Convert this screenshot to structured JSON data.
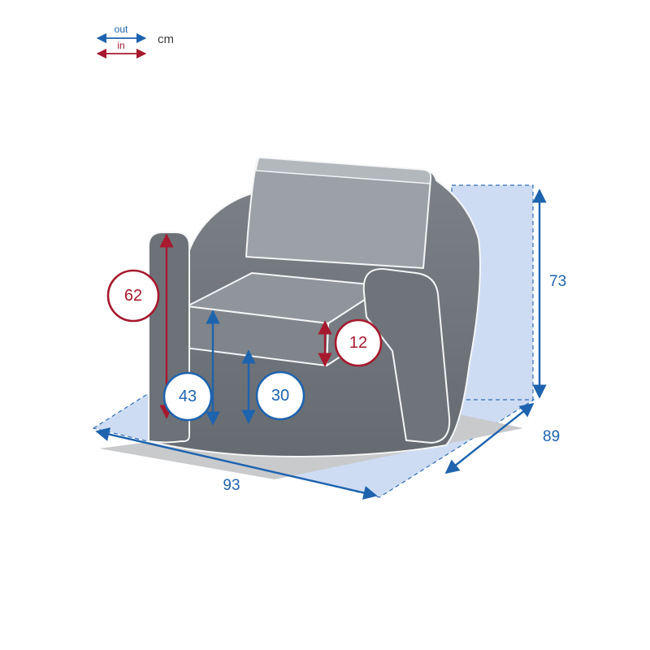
{
  "legend": {
    "out_label": "out",
    "in_label": "in",
    "unit_label": "cm"
  },
  "colors": {
    "outer_dimension_blue": "#1e63ae",
    "inner_dimension_red": "#a6192e",
    "plane_fill": "#cedcf3",
    "chair_body_gray": "#6f747a",
    "cushion_gray": "#9ba1a7"
  },
  "measurements": {
    "outer": {
      "total_height": "73",
      "total_depth": "89",
      "total_width": "93"
    },
    "inner": {
      "back_height": "62",
      "seat_height": "43",
      "under_seat_height": "30",
      "cushion_thickness": "12"
    }
  }
}
